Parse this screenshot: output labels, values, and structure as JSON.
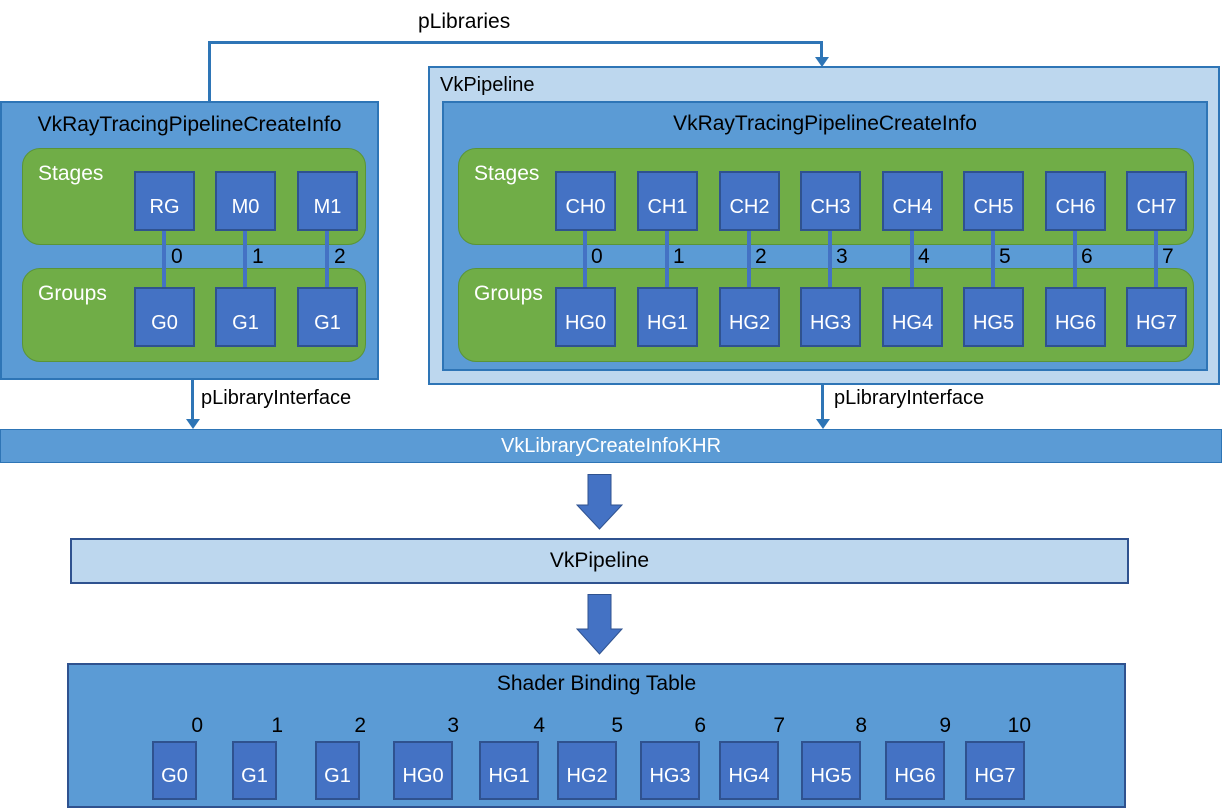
{
  "labels": {
    "plibraries": "pLibraries",
    "plibrary_interface_left": "pLibraryInterface",
    "plibrary_interface_right": "pLibraryInterface"
  },
  "left_pipeline": {
    "title": "VkRayTracingPipelineCreateInfo",
    "stages_label": "Stages",
    "groups_label": "Groups",
    "stages": [
      "RG",
      "M0",
      "M1"
    ],
    "indices": [
      "0",
      "1",
      "2"
    ],
    "groups": [
      "G0",
      "G1",
      "G1"
    ]
  },
  "library_pipeline": {
    "title": "VkPipeline",
    "create_info_title": "VkRayTracingPipelineCreateInfo",
    "stages_label": "Stages",
    "groups_label": "Groups",
    "stages": [
      "CH0",
      "CH1",
      "CH2",
      "CH3",
      "CH4",
      "CH5",
      "CH6",
      "CH7"
    ],
    "indices": [
      "0",
      "1",
      "2",
      "3",
      "4",
      "5",
      "6",
      "7"
    ],
    "groups": [
      "HG0",
      "HG1",
      "HG2",
      "HG3",
      "HG4",
      "HG5",
      "HG6",
      "HG7"
    ]
  },
  "library_create_info_bar": {
    "label": "VkLibraryCreateInfoKHR"
  },
  "pipeline_bar": {
    "label": "VkPipeline"
  },
  "shader_binding_table": {
    "title": "Shader Binding Table",
    "entries": [
      {
        "index": "0",
        "label": "G0"
      },
      {
        "index": "1",
        "label": "G1"
      },
      {
        "index": "2",
        "label": "G1"
      },
      {
        "index": "3",
        "label": "HG0"
      },
      {
        "index": "4",
        "label": "HG1"
      },
      {
        "index": "5",
        "label": "HG2"
      },
      {
        "index": "6",
        "label": "HG3"
      },
      {
        "index": "7",
        "label": "HG4"
      },
      {
        "index": "8",
        "label": "HG5"
      },
      {
        "index": "9",
        "label": "HG6"
      },
      {
        "index": "10",
        "label": "HG7"
      }
    ]
  },
  "colors": {
    "container_blue": "#5B9BD5",
    "square_blue": "#4472C4",
    "green": "#70AD47",
    "light_blue": "#BDD7EE",
    "border_blue": "#2E75B6",
    "border_navy": "#2F528F"
  }
}
